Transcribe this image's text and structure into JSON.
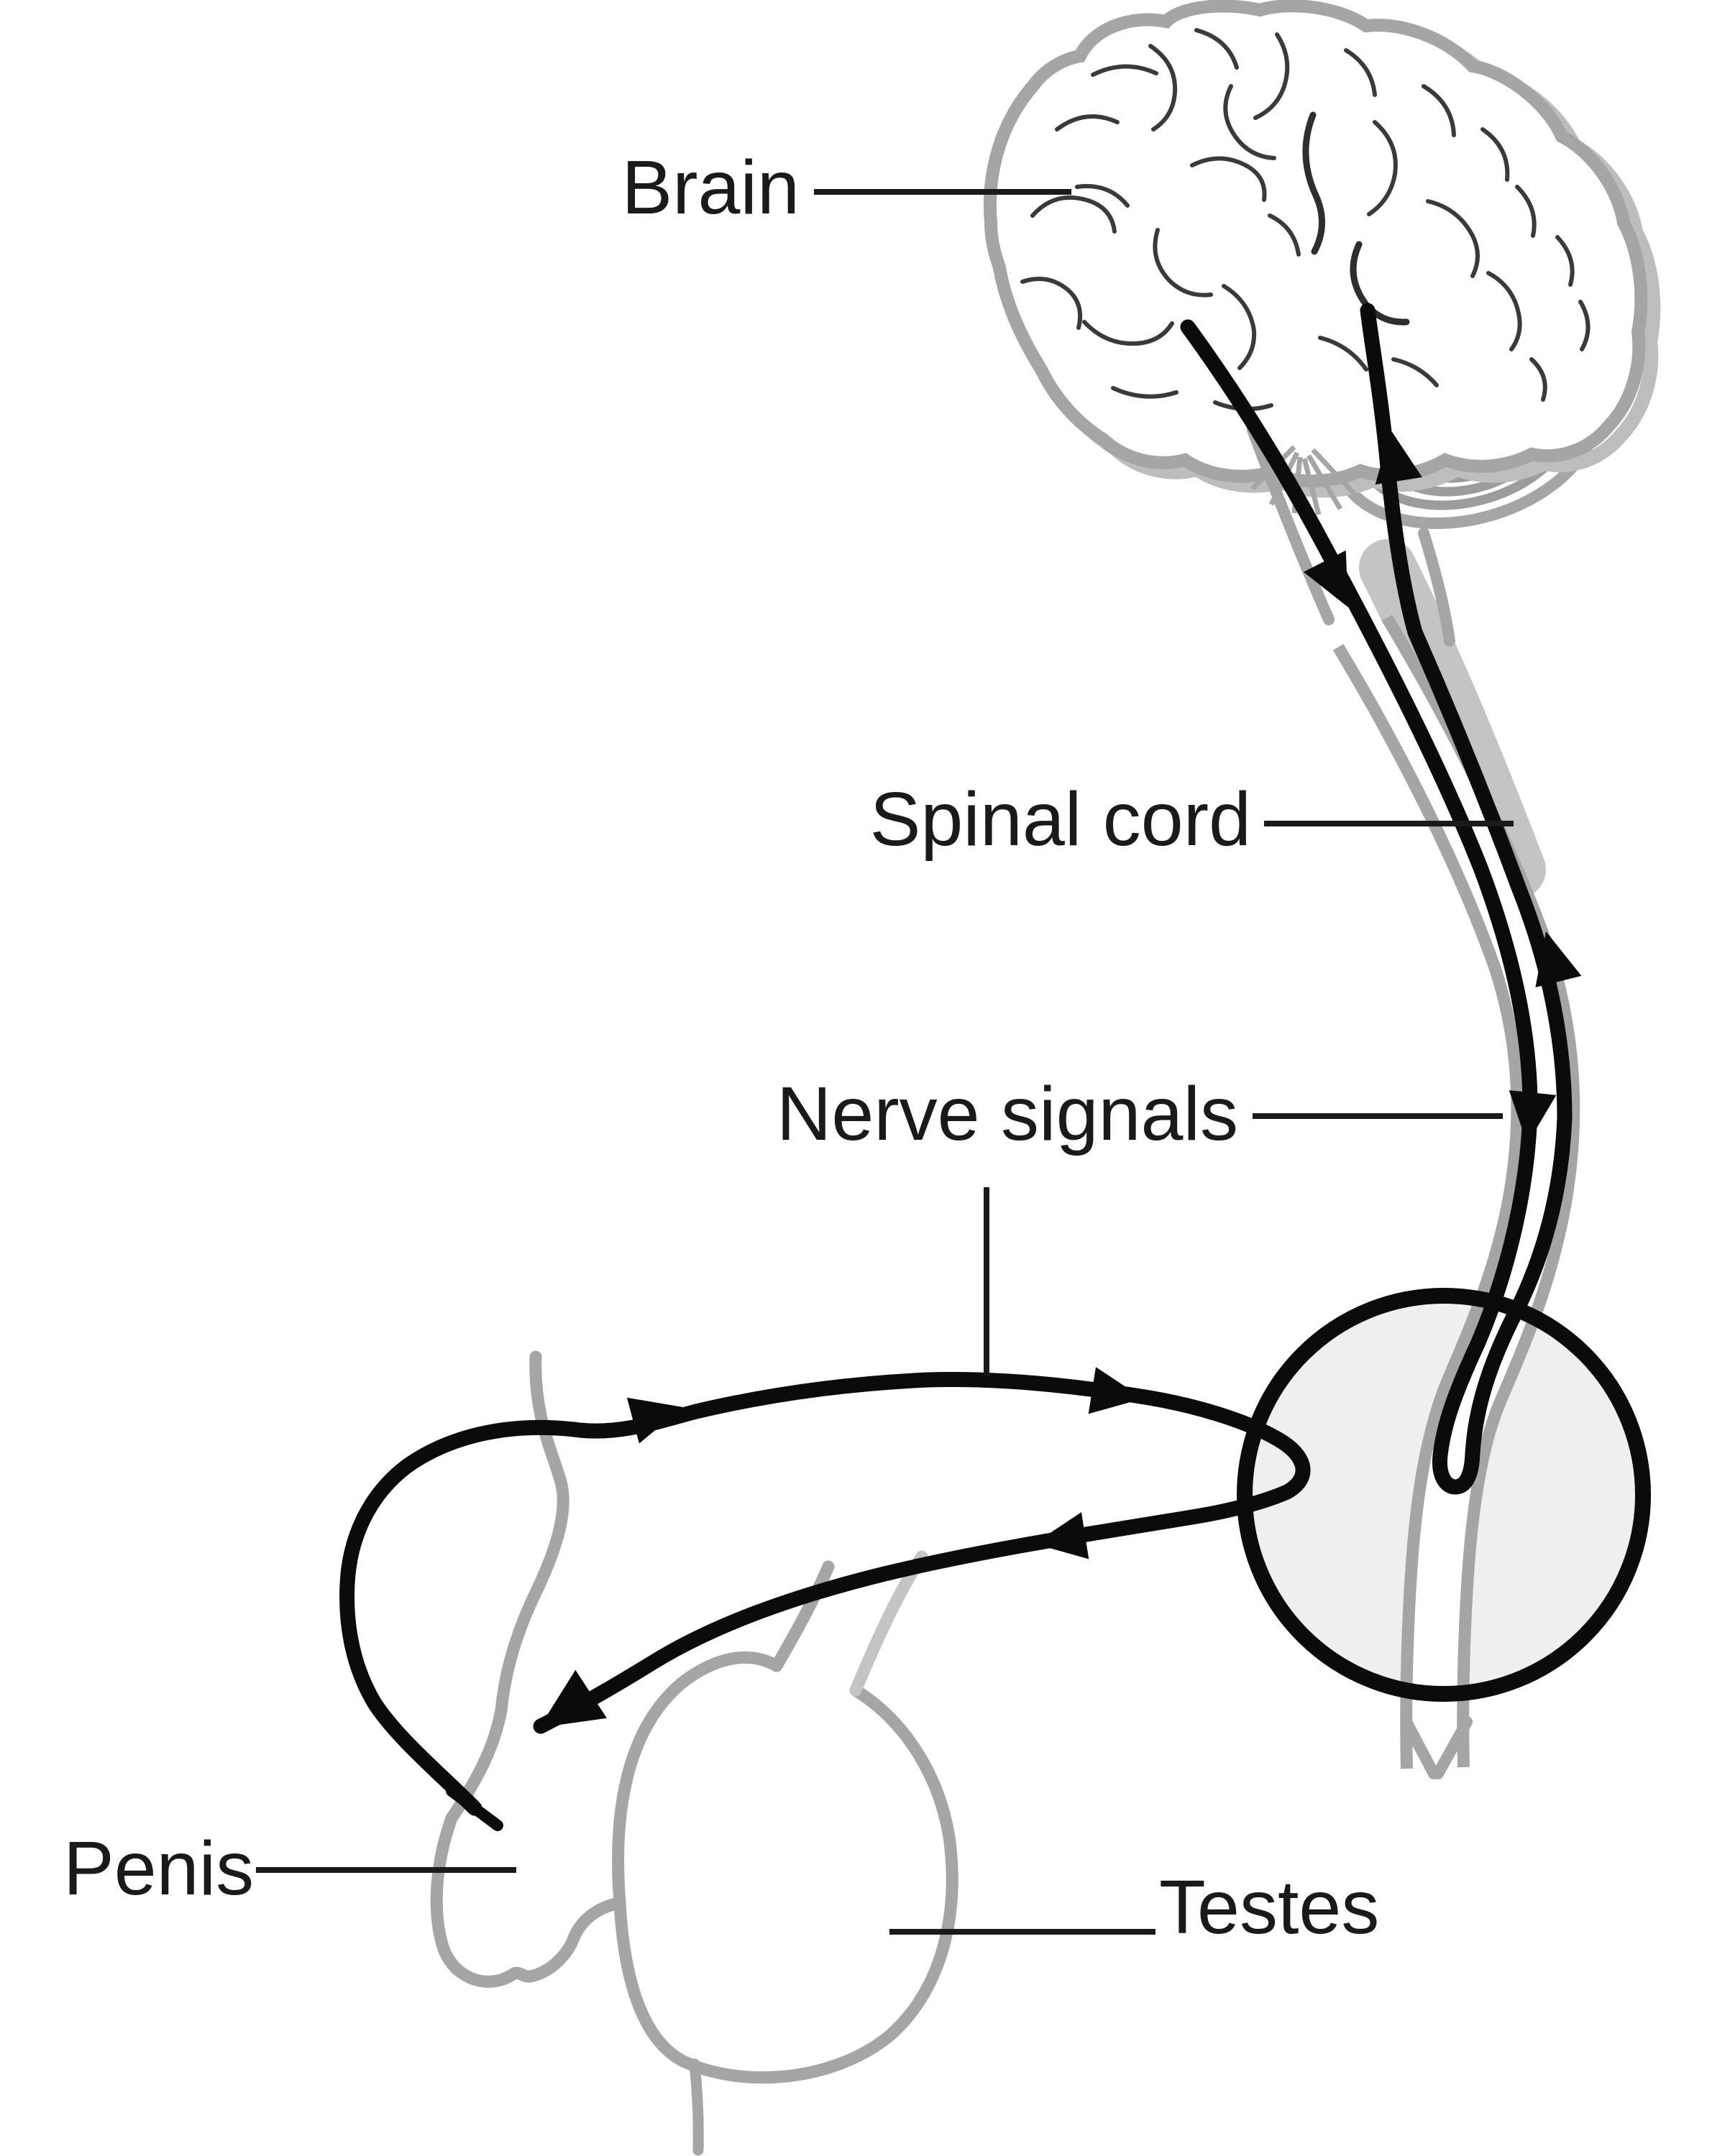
{
  "diagram": {
    "labels": {
      "brain": "Brain",
      "spinal_cord": "Spinal cord",
      "nerve_signals": "Nerve signals",
      "penis": "Penis",
      "testes": "Testes"
    },
    "colors": {
      "background": "#ffffff",
      "signal_line": "#0b0b0b",
      "label_text": "#1a1a1a",
      "leader_line": "#1a1a1a",
      "anatomy_outline": "#a5a5a5",
      "ganglion_fill": "#efefef",
      "ganglion_ring": "#0b0b0b"
    }
  }
}
